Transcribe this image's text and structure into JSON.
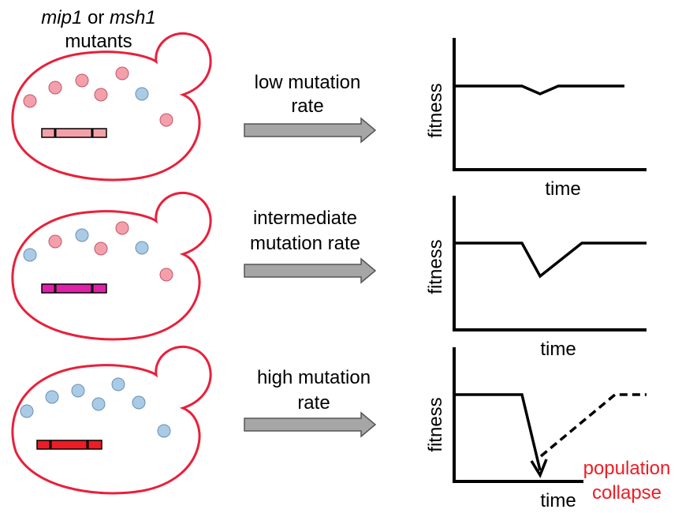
{
  "header": {
    "gene1": "mip1",
    "or_word": " or ",
    "gene2": "msh1",
    "subtitle": "mutants"
  },
  "colors": {
    "cell_outline": "#e8203a",
    "pink_dot": "#f4a0aa",
    "blue_dot": "#a9cbe6",
    "arrow_fill": "#a6a6a6",
    "bar_light_pink": "#f4a0a8",
    "bar_magenta": "#e020a8",
    "bar_red": "#ee1c24",
    "collapse_text": "#ee1c24"
  },
  "rows": [
    {
      "id": "low",
      "arrow_line1": "low mutation",
      "arrow_line2": "rate",
      "y_label": "fitness",
      "x_label": "time",
      "dots": [
        "pink",
        "pink",
        "pink",
        "pink",
        "pink",
        "blue",
        "pink"
      ],
      "bar_color_key": "bar_light_pink",
      "fitness_trend": "constant with small transient dip",
      "annotation": ""
    },
    {
      "id": "intermediate",
      "arrow_line1": "intermediate",
      "arrow_line2": "mutation rate",
      "y_label": "fitness",
      "x_label": "time",
      "dots": [
        "blue",
        "pink",
        "blue",
        "pink",
        "pink",
        "blue",
        "pink"
      ],
      "bar_color_key": "bar_magenta",
      "fitness_trend": "larger transient dip then recovery",
      "annotation": ""
    },
    {
      "id": "high",
      "arrow_line1": "high mutation",
      "arrow_line2": "rate",
      "y_label": "fitness",
      "x_label": "time",
      "dots": [
        "blue",
        "blue",
        "blue",
        "blue",
        "blue",
        "blue",
        "blue"
      ],
      "bar_color_key": "bar_red",
      "fitness_trend": "sharp drop, dashed possible recovery",
      "annotation_line1": "population",
      "annotation_line2": "collapse"
    }
  ]
}
